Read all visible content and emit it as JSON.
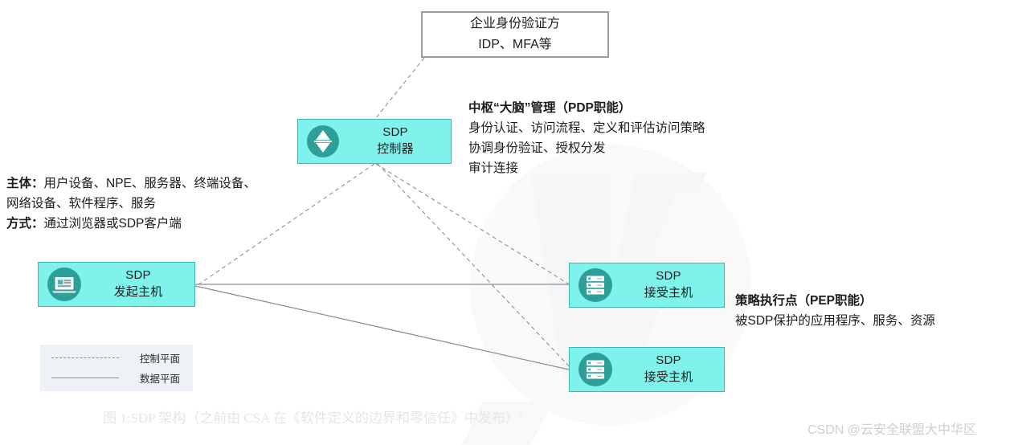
{
  "diagram": {
    "idp_box": {
      "line1": "企业身份验证方",
      "line2": "IDP、MFA等"
    },
    "controller": {
      "line1": "SDP",
      "line2": "控制器",
      "icon": "updown-arrows-circle-icon"
    },
    "initiating_host": {
      "line1": "SDP",
      "line2": "发起主机",
      "icon": "laptop-circle-icon"
    },
    "accepting_host_1": {
      "line1": "SDP",
      "line2": "接受主机",
      "icon": "server-rack-circle-icon"
    },
    "accepting_host_2": {
      "line1": "SDP",
      "line2": "接受主机",
      "icon": "server-rack-circle-icon"
    },
    "pdp_notes": {
      "title": "中枢“大脑”管理（PDP职能）",
      "line1": "身份认证、访问流程、定义和评估访问策略",
      "line2": "协调身份验证、授权分发",
      "line3": "审计连接"
    },
    "subject_notes": {
      "label1": "主体：",
      "line1": "用户设备、NPE、服务器、终端设备、",
      "line2": "网络设备、软件程序、服务",
      "label2": "方式：",
      "line3": "通过浏览器或SDP客户端"
    },
    "pep_notes": {
      "title": "策略执行点（PEP职能）",
      "line1": "被SDP保护的应用程序、服务、资源"
    },
    "legend": {
      "control_plane": "控制平面",
      "data_plane": "数据平面"
    },
    "caption": {
      "text": "图 1:SDP 架构（之前由 CSA 在《软件定义的边界和零信任》中发布）",
      "footnote": "5"
    },
    "watermark": "CSDN @云安全联盟大中华区"
  },
  "colors": {
    "box_fill": "#7ff2ec",
    "box_border": "#3fb9b3",
    "icon_circle": "#2e9e98",
    "white_box_border": "#9b9b9b",
    "line": "#8a8f99",
    "legend_bg": "#eef1f5",
    "text": "#1c1c1c",
    "caption": "#e3e6ea",
    "watermark_text": "#cfcfcf"
  }
}
